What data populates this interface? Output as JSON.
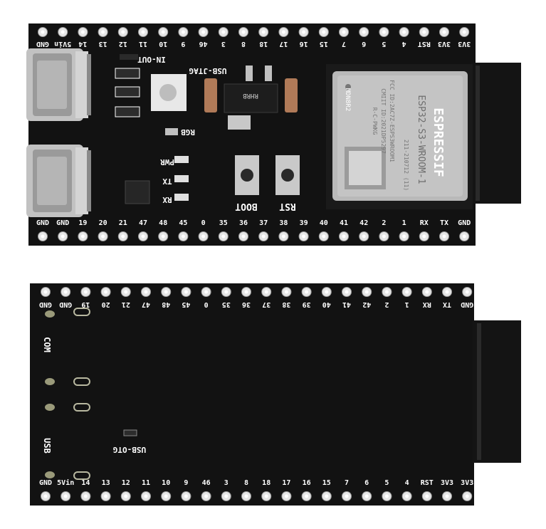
{
  "front": {
    "top_pins": [
      "GND",
      "5Vin",
      "14",
      "13",
      "12",
      "11",
      "10",
      "9",
      "46",
      "3",
      "8",
      "18",
      "17",
      "16",
      "15",
      "7",
      "6",
      "5",
      "4",
      "RST",
      "3V3",
      "3V3"
    ],
    "bottom_pins": [
      "GND",
      "GND",
      "19",
      "20",
      "21",
      "47",
      "48",
      "45",
      "0",
      "35",
      "36",
      "37",
      "38",
      "39",
      "40",
      "41",
      "42",
      "2",
      "1",
      "RX",
      "TX",
      "GND"
    ],
    "labels": {
      "in_out": "IN-OUT",
      "usb_jtag": "USB-JTAG",
      "rgb": "RGB",
      "pwr": "PWR",
      "tx": "TX",
      "rx": "RX",
      "boot": "BOOT",
      "rst": "RST",
      "regulator": "RHRB"
    },
    "module": {
      "brand": "ESPRESSIF",
      "model": "ESP32-S3-WROOM-1",
      "side_code": "MDN8R2",
      "lines": [
        "ESP32-S3-WROOM-1",
        "FCC ID:2AC7Z-ESPS3WROOM1",
        "CMIIT ID:2021DP5297",
        "R-C-PWKG",
        "211-210712 (11)"
      ]
    }
  },
  "back": {
    "top_pins": [
      "GND",
      "GND",
      "19",
      "20",
      "21",
      "47",
      "48",
      "45",
      "0",
      "35",
      "36",
      "37",
      "38",
      "39",
      "40",
      "41",
      "42",
      "2",
      "1",
      "RX",
      "TX",
      "GND"
    ],
    "bottom_pins": [
      "GND",
      "5Vin",
      "14",
      "13",
      "12",
      "11",
      "10",
      "9",
      "46",
      "3",
      "8",
      "18",
      "17",
      "16",
      "15",
      "7",
      "6",
      "5",
      "4",
      "RST",
      "3V3",
      "3V3"
    ],
    "labels": {
      "com": "COM",
      "usb": "USB",
      "usb_otg": "USB-OTG"
    }
  },
  "colors": {
    "background": "#ffffff",
    "pcb": "#121212",
    "silkscreen": "#ffffff",
    "pad": "#d9d9d9",
    "module_shield": "#b9b9b9",
    "connector": "#c8c8c8",
    "usb_c": "#c2c2c2"
  }
}
